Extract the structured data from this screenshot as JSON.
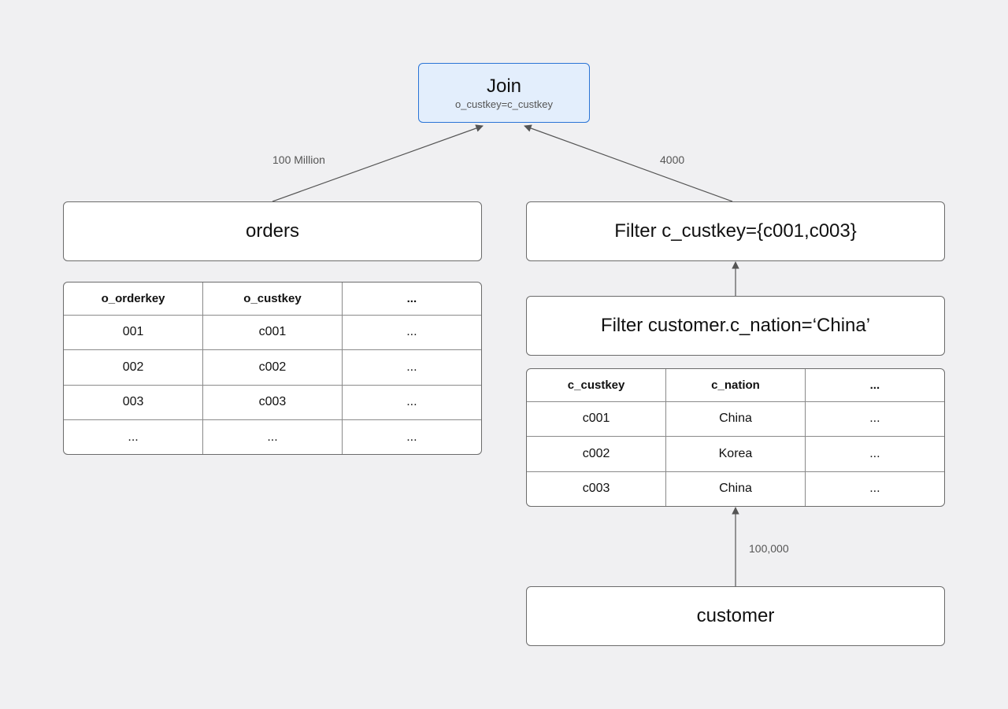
{
  "join": {
    "title": "Join",
    "condition": "o_custkey=c_custkey"
  },
  "edges": {
    "orders_to_join": "100 Million",
    "filter_to_join": "4000",
    "customer_to_filter": "100,000"
  },
  "orders": {
    "title": "orders",
    "columns": [
      "o_orderkey",
      "o_custkey",
      "..."
    ],
    "rows": [
      [
        "001",
        "c001",
        "..."
      ],
      [
        "002",
        "c002",
        "..."
      ],
      [
        "003",
        "c003",
        "..."
      ],
      [
        "...",
        "...",
        "..."
      ]
    ]
  },
  "filter_custkey": {
    "title": "Filter c_custkey={c001,c003}"
  },
  "filter_nation": {
    "title": "Filter customer.c_nation=‘China’"
  },
  "customer": {
    "title": "customer",
    "columns": [
      "c_custkey",
      "c_nation",
      "..."
    ],
    "rows": [
      [
        "c001",
        "China",
        "..."
      ],
      [
        "c002",
        "Korea",
        "..."
      ],
      [
        "c003",
        "China",
        "..."
      ]
    ]
  },
  "colors": {
    "join_fill": "#e3eefc",
    "join_border": "#2a74d6",
    "edge": "#555555"
  }
}
